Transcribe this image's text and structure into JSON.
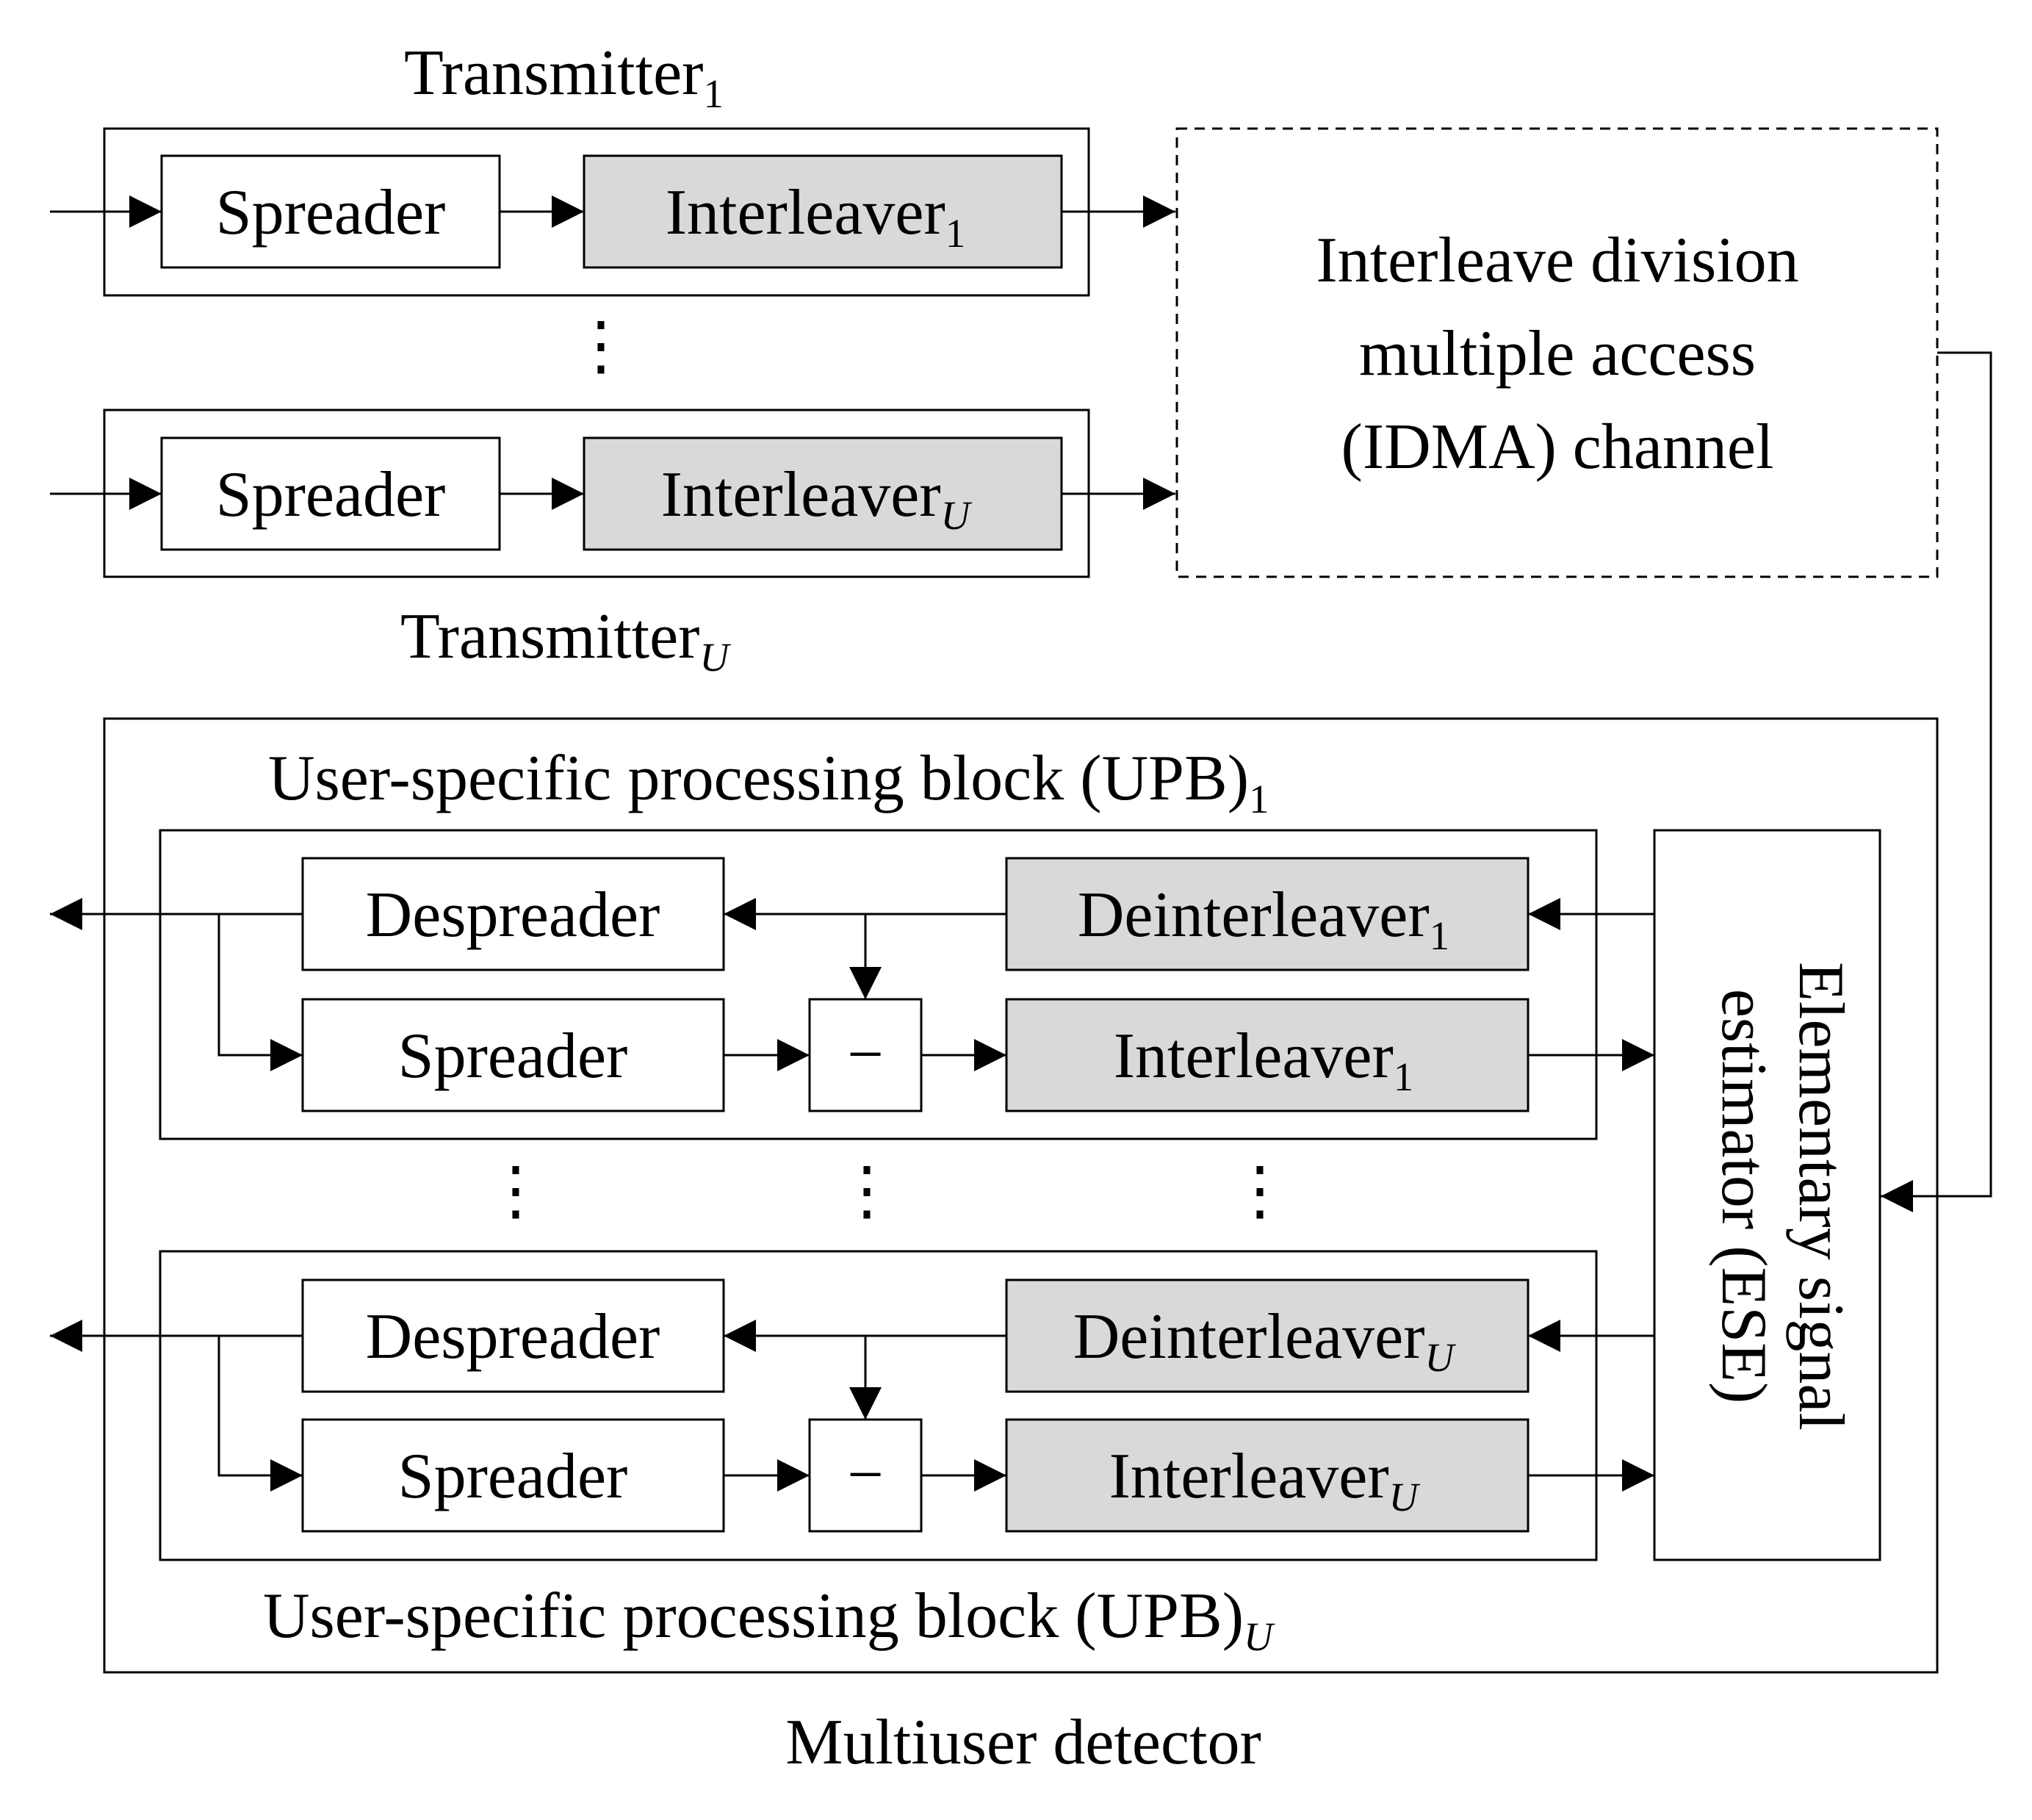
{
  "transmitter_1": {
    "label": "Transmitter",
    "sub": "1",
    "spreader": "Spreader",
    "interleaver": "Interleaver",
    "interleaver_sub": "1"
  },
  "transmitter_u": {
    "label": "Transmitter",
    "sub": "U",
    "spreader": "Spreader",
    "interleaver": "Interleaver",
    "interleaver_sub": "U"
  },
  "channel": {
    "line1": "Interleave division",
    "line2": "multiple access",
    "line3": "(IDMA) channel"
  },
  "upb_1": {
    "label": "User-specific processing block (UPB)",
    "sub": "1",
    "despreader": "Despreader",
    "deinterleaver": "Deinterleaver",
    "deinterleaver_sub": "1",
    "spreader": "Spreader",
    "minus": "−",
    "interleaver": "Interleaver",
    "interleaver_sub": "1"
  },
  "upb_u": {
    "label": "User-specific processing block (UPB)",
    "sub": "U",
    "despreader": "Despreader",
    "deinterleaver": "Deinterleaver",
    "deinterleaver_sub": "U",
    "spreader": "Spreader",
    "minus": "−",
    "interleaver": "Interleaver",
    "interleaver_sub": "U"
  },
  "ese": {
    "line1": "Elementary signal",
    "line2": "estimator (ESE)"
  },
  "detector_label": "Multiuser detector",
  "ellipsis": "⋮",
  "colors": {
    "line": "#000000",
    "block_fill": "#ffffff",
    "gray_fill": "#d9d9d9"
  }
}
